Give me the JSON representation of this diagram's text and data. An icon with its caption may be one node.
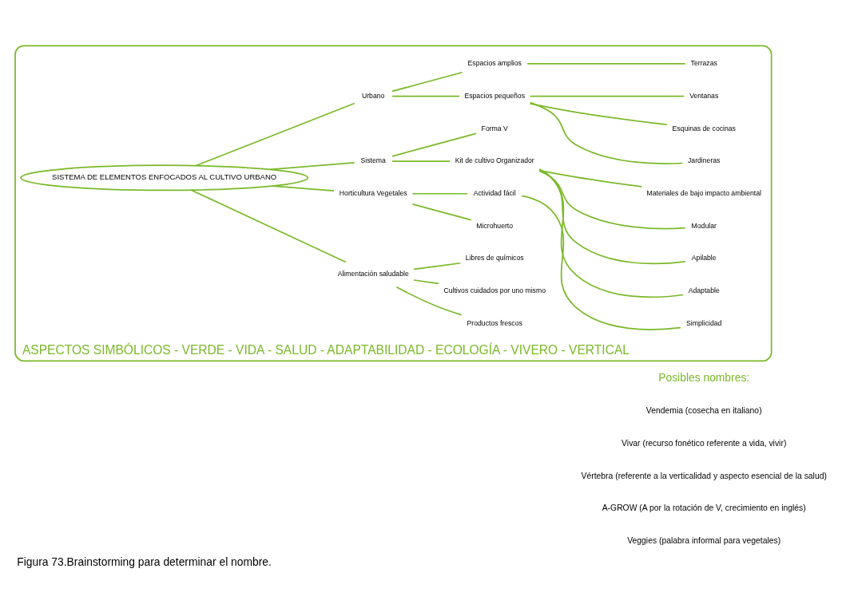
{
  "diagram": {
    "caption": "Figura 73.Brainstorming para determinar el nombre.",
    "nodes": [
      {
        "text": [
          "ASPECTOS SIMBÓLICOS - VERDE - VIDA - SALUD - ADAPTABILIDAD - ECOLOGÍA - VIVERO - VERTICAL"
        ]
      },
      {
        "text": [
          "SISTEMA DE ELEMENTOS ENFOCADOS AL CULTIVO URBANO"
        ],
        "in": 0
      },
      {
        "text": [
          "Productos frescos"
        ],
        "in": 0
      },
      {
        "text": [
          "Cultivos cuidados por uno mismo"
        ],
        "in": 0
      },
      {
        "text": [
          "Libres de químicos"
        ],
        "in": 0
      },
      {
        "text": [
          "Alimentación saludable"
        ],
        "in": 0
      },
      {
        "text": [
          "Horticultura Vegetales"
        ],
        "in": 0
      },
      {
        "text": [
          "Microhuerto"
        ],
        "in": 0
      },
      {
        "text": [
          "Actividad fácil"
        ],
        "in": 0
      },
      {
        "text": [
          "Simplicidad"
        ],
        "in": 0
      },
      {
        "text": [
          "Sistema"
        ],
        "in": 0
      },
      {
        "text": [
          "Kit de cultivo Organizador"
        ],
        "in": 0
      },
      {
        "text": [
          "Adaptable"
        ],
        "in": 0
      },
      {
        "text": [
          "Apilable"
        ],
        "in": 0
      },
      {
        "text": [
          "Modular"
        ],
        "in": 0
      },
      {
        "text": [
          "Materiales de bajo impacto ambiental"
        ],
        "in": 0
      },
      {
        "text": [
          "Forma V"
        ],
        "in": 0
      },
      {
        "text": [
          "Jardineras"
        ],
        "in": 0
      },
      {
        "text": [
          "Esquinas de cocinas"
        ],
        "in": 0
      },
      {
        "text": [
          "Ventanas"
        ],
        "in": 0
      },
      {
        "text": [
          "Espacios pequeños"
        ],
        "in": 0
      },
      {
        "text": [
          "Urbano"
        ],
        "in": 0
      },
      {
        "text": [
          "Espacios amplios"
        ],
        "in": 0
      },
      {
        "text": [
          "Terrazas"
        ],
        "in": 0
      }
    ],
    "edges": [
      {
        "from": 1,
        "to": 5,
        "arrow": "none"
      },
      {
        "from": 5,
        "to": 2,
        "arrow": "none"
      },
      {
        "from": 5,
        "to": 3,
        "arrow": "none"
      },
      {
        "from": 5,
        "to": 4,
        "arrow": "none"
      },
      {
        "from": 1,
        "to": 6,
        "arrow": "none"
      },
      {
        "from": 6,
        "to": 7,
        "arrow": "none"
      },
      {
        "from": 6,
        "to": 8,
        "arrow": "none"
      },
      {
        "from": 8,
        "to": 9,
        "arrow": "none"
      },
      {
        "from": 1,
        "to": 10,
        "arrow": "none"
      },
      {
        "from": 10,
        "to": 11,
        "arrow": "none"
      },
      {
        "from": 11,
        "to": 12,
        "arrow": "none"
      },
      {
        "from": 11,
        "to": 13,
        "arrow": "none"
      },
      {
        "from": 11,
        "to": 14,
        "arrow": "none"
      },
      {
        "from": 11,
        "to": 15,
        "arrow": "none"
      },
      {
        "from": 10,
        "to": 16,
        "arrow": "none"
      },
      {
        "from": 1,
        "to": 21,
        "arrow": "none"
      },
      {
        "from": 21,
        "to": 20,
        "arrow": "none"
      },
      {
        "from": 20,
        "to": 17,
        "arrow": "none"
      },
      {
        "from": 20,
        "to": 18,
        "arrow": "none"
      },
      {
        "from": 20,
        "to": 19,
        "arrow": "none"
      },
      {
        "from": 21,
        "to": 22,
        "arrow": "none"
      },
      {
        "from": 22,
        "to": 23,
        "arrow": "none"
      }
    ],
    "labels": [
      "Posibles nombres:",
      "Vendemia (cosecha en italiano)",
      "Vivar (recurso fonético referente a vida, vivir)",
      "Vértebra (referente a la verticalidad y aspecto esencial de la salud)",
      "A-GROW (A por la rotación de V, crecimiento en inglés)",
      "Veggies (palabra informal para vegetales)"
    ]
  }
}
